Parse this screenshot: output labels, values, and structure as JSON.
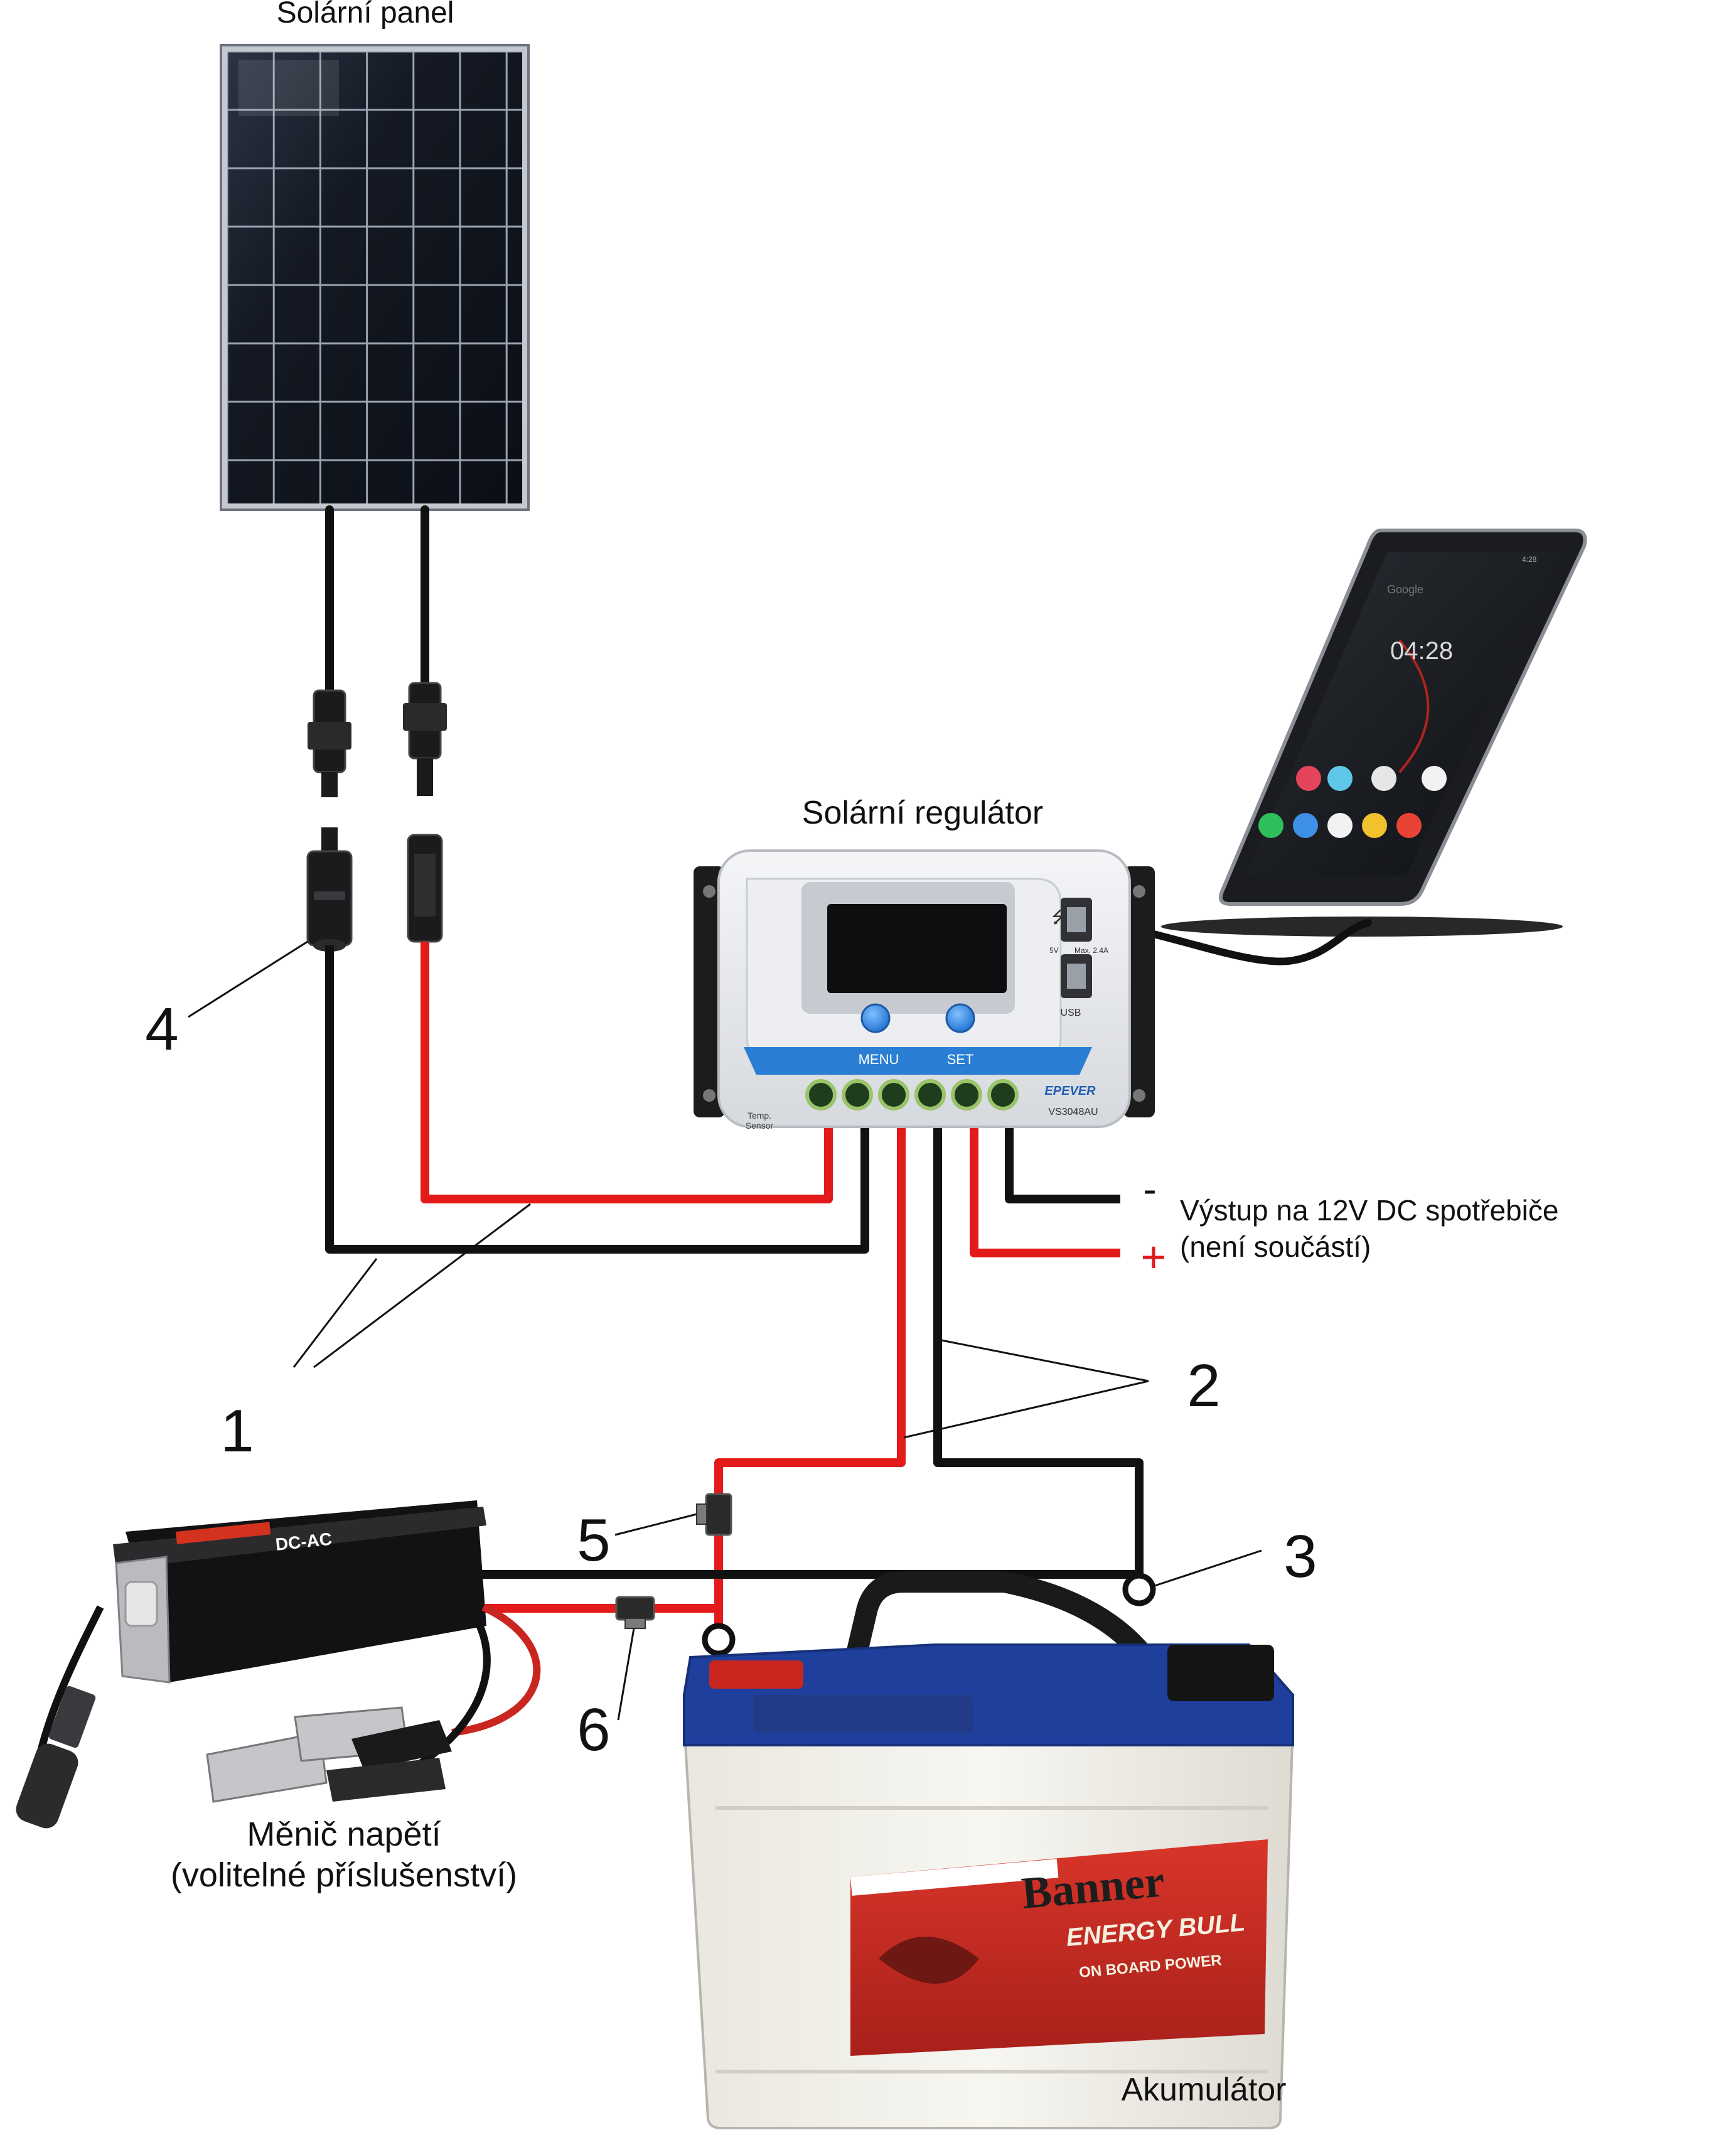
{
  "labels": {
    "solar_panel": "Solární panel",
    "regulator": "Solární regulátor",
    "output_line1": "Výstup na 12V DC spotřebiče",
    "output_line2": "(není součástí)",
    "output_minus": "-",
    "output_plus": "+",
    "inverter_line1": "Měnič napětí",
    "inverter_line2": "(volitelné příslušenství)",
    "battery": "Akumulátor"
  },
  "callouts": {
    "c1": "1",
    "c2": "2",
    "c3": "3",
    "c4": "4",
    "c5": "5",
    "c6": "6"
  },
  "regulator": {
    "menu": "MENU",
    "set": "SET",
    "brand": "EPEVER",
    "model": "VS3048AU",
    "temp_line1": "Temp.",
    "temp_line2": "Sensor",
    "usb": "USB",
    "usb_spec_v": "5V",
    "usb_spec_a": "Max. 2.4A"
  },
  "phone": {
    "time": "04:28",
    "search": "Google",
    "status_time": "4:28"
  },
  "inverter": {
    "brand": "DC-AC"
  },
  "battery": {
    "brand": "Banner",
    "line1": "ENERGY BULL",
    "line2": "ON BOARD POWER"
  },
  "colors": {
    "positive_wire": "#e21a1a",
    "negative_wire": "#111111",
    "regulator_accent": "#2a7fd4",
    "battery_top": "#1f3f9c",
    "battery_label": "#c8261e",
    "panel_cell": "#12161f"
  }
}
